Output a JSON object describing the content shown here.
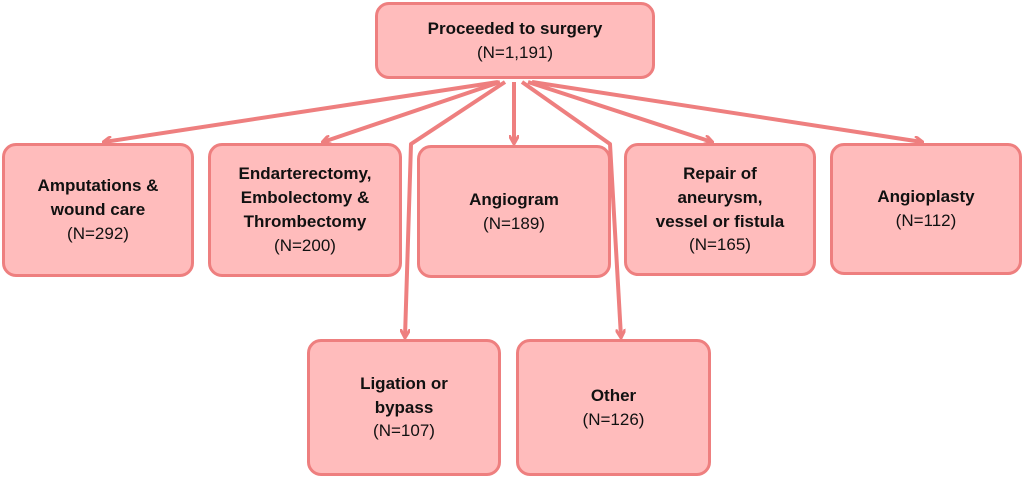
{
  "colors": {
    "node_fill": "#ffbcbc",
    "node_border": "#ee7f7f",
    "arrow": "#ee7f7f"
  },
  "nodes": {
    "root": {
      "label": "Proceeded to surgery",
      "count": "(N=1,191)"
    },
    "amp": {
      "label": "Amputations &\nwound care",
      "count": "(N=292)"
    },
    "end": {
      "label": "Endarterectomy,\nEmbolectomy &\nThrombectomy",
      "count": "(N=200)"
    },
    "angio": {
      "label": "Angiogram",
      "count": "(N=189)"
    },
    "repair": {
      "label": "Repair of\naneurysm,\nvessel or fistula",
      "count": "(N=165)"
    },
    "plasty": {
      "label": "Angioplasty",
      "count": "(N=112)"
    },
    "lig": {
      "label": "Ligation or\nbypass",
      "count": "(N=107)"
    },
    "other": {
      "label": "Other",
      "count": "(N=126)"
    }
  },
  "edges": [
    {
      "from": "root",
      "to": "amp"
    },
    {
      "from": "root",
      "to": "end"
    },
    {
      "from": "root",
      "to": "angio"
    },
    {
      "from": "root",
      "to": "repair"
    },
    {
      "from": "root",
      "to": "plasty"
    },
    {
      "from": "root",
      "to": "lig"
    },
    {
      "from": "root",
      "to": "other"
    }
  ]
}
